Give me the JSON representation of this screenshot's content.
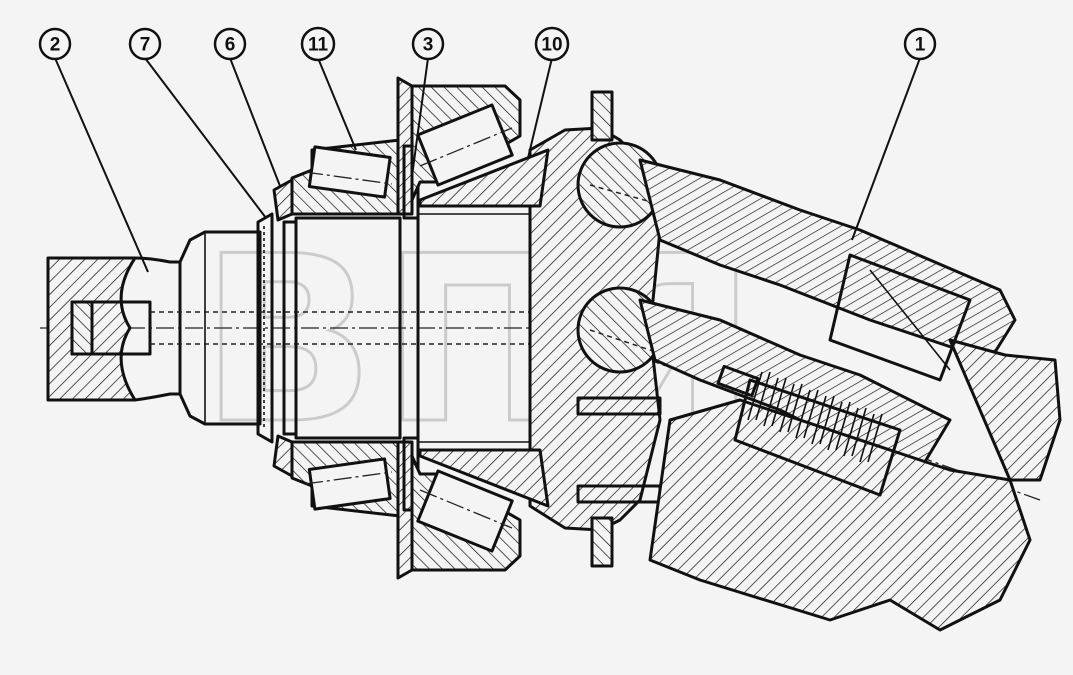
{
  "drawing": {
    "watermark": "ВПЯ",
    "callouts": [
      {
        "id": "callout-2",
        "label": "2",
        "target": "output-shaft"
      },
      {
        "id": "callout-7",
        "label": "7",
        "target": "splined-sleeve"
      },
      {
        "id": "callout-6",
        "label": "6",
        "target": "retaining-ring"
      },
      {
        "id": "callout-11",
        "label": "11",
        "target": "inner-tapered-bearing"
      },
      {
        "id": "callout-3",
        "label": "3",
        "target": "bearing-spacer"
      },
      {
        "id": "callout-10",
        "label": "10",
        "target": "drive-flange"
      },
      {
        "id": "callout-1",
        "label": "1",
        "target": "piston-assembly"
      }
    ]
  },
  "colors": {
    "background": "#f4f4f4",
    "line": "#111111",
    "watermark": "#9a9a9a"
  }
}
